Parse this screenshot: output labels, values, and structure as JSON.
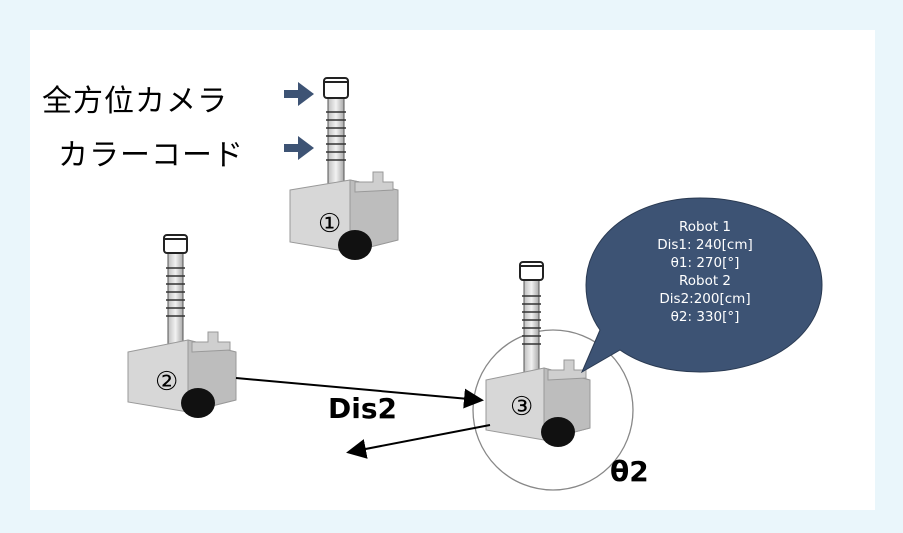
{
  "labels": {
    "omni_camera": "全方位カメラ",
    "color_code": "カラーコード",
    "robot1_number": "①",
    "robot2_number": "②",
    "robot3_number": "③",
    "dis2": "Dis2",
    "theta2": "θ2"
  },
  "bubble": {
    "lines": [
      "Robot 1",
      "Dis1: 240[cm]",
      "θ1: 270[°]",
      "Robot 2",
      "Dis2:200[cm]",
      "θ2: 330[°]"
    ]
  },
  "colors": {
    "bubble_fill": "#3d5374",
    "background": "#eaf6fb",
    "robot_body": "#dcdcdc",
    "wheel": "#111111"
  }
}
